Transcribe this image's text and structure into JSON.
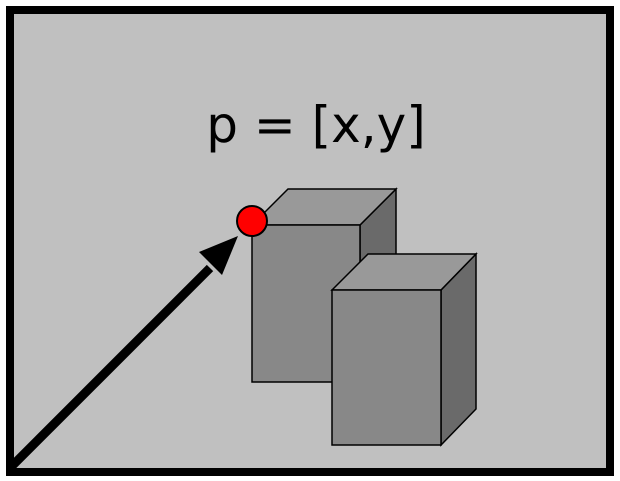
{
  "label": "p = [x,y]",
  "colors": {
    "background": "#c0c0c0",
    "frame": "#000000",
    "point": "#ff0000",
    "box_front": "#888888",
    "box_top": "#999999",
    "box_side": "#6a6a6a",
    "arrow": "#000000"
  },
  "icons": {
    "point": "image-point-marker",
    "arrow": "position-vector-arrow"
  }
}
